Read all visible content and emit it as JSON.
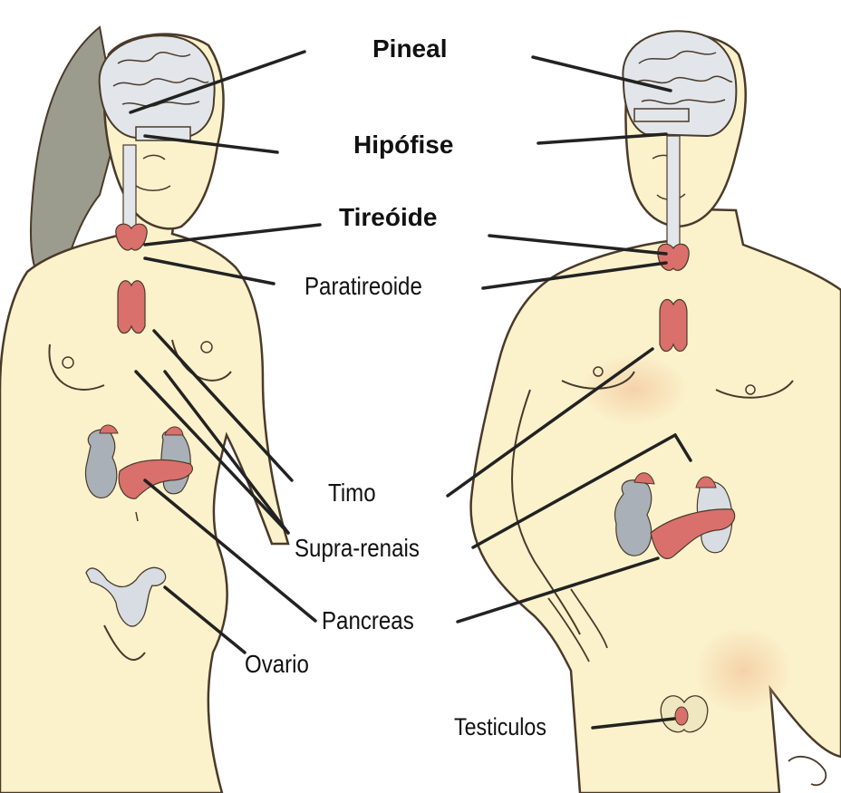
{
  "labels": {
    "pineal": "Pineal",
    "hipofise": "Hipófise",
    "tireoide": "Tireóide",
    "paratireoide": "Paratireoide",
    "timo": "Timo",
    "supra_renais": "Supra-renais",
    "pancreas": "Pancreas",
    "ovario": "Ovario",
    "testiculos": "Testiculos"
  },
  "colors": {
    "skin": "#fbf2cc",
    "skin_shadow": "#f2c59a",
    "outline": "#4a3a2a",
    "brain": "#e2e6ea",
    "gland": "#d9706c",
    "kidney": "#a9b0b8",
    "hair": "#9c9c8e",
    "leader_line": "#222222"
  }
}
